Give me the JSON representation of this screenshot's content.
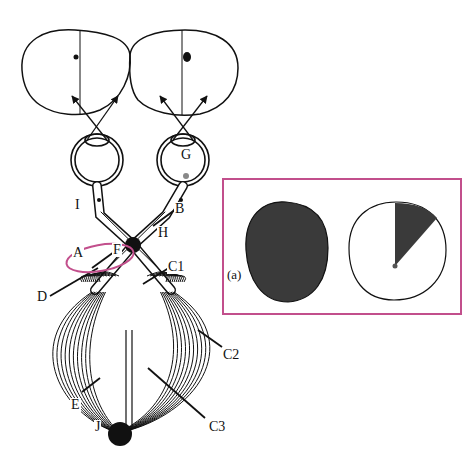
{
  "diagram": {
    "nodes": [
      {
        "text": [
          "(a)"
        ]
      }
    ],
    "labels": [
      "I",
      "A",
      "D",
      "F",
      "G",
      "B",
      "H",
      "C1",
      "C2",
      "E",
      "J",
      "C3"
    ]
  }
}
